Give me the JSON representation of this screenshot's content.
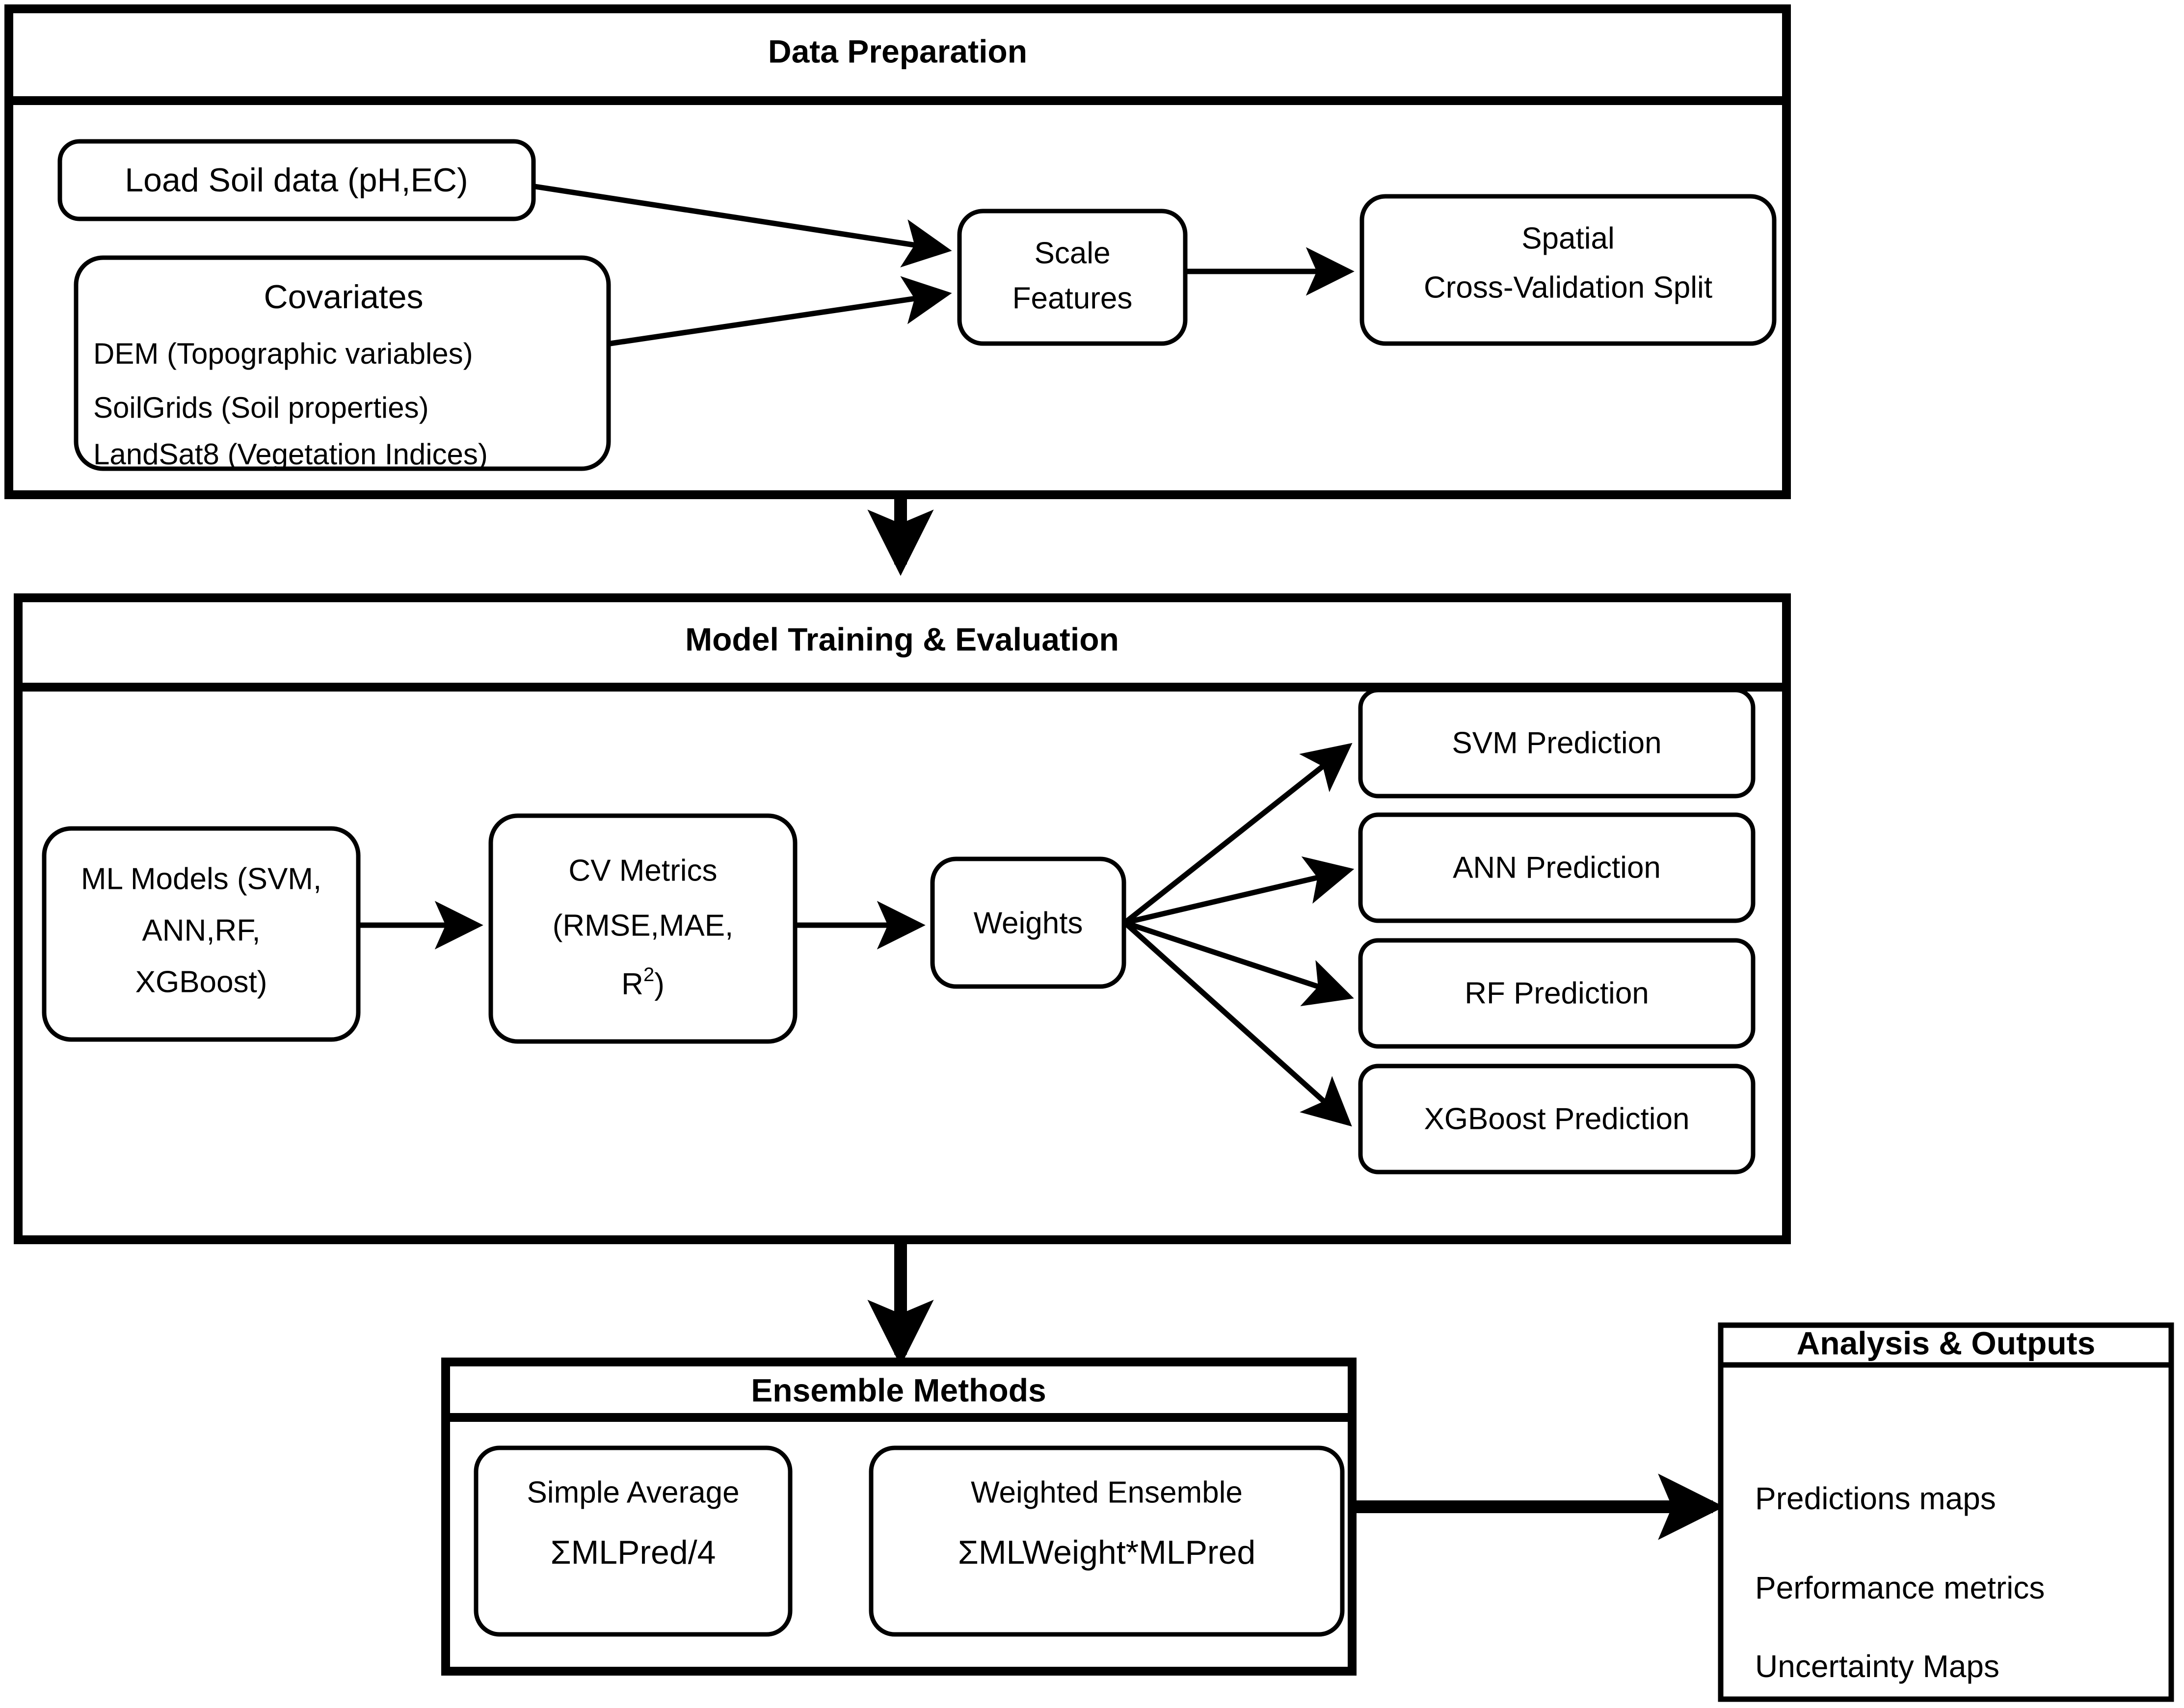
{
  "diagram": {
    "title": "Soil property mapping ensemble machine learning workflow",
    "sections": [
      {
        "id": "data-preparation",
        "header": "Data Preparation",
        "nodes": {
          "load_soil": "Load Soil data (pH,EC)",
          "covariates_title": "Covariates",
          "covariates_items": [
            "DEM (Topographic variables)",
            "SoilGrids (Soil properties)",
            "LandSat8 (Vegetation Indices)"
          ],
          "scale_features_line1": "Scale",
          "scale_features_line2": "Features",
          "cv_split_line1": "Spatial",
          "cv_split_line2": "Cross-Validation Split"
        }
      },
      {
        "id": "model-training",
        "header": "Model Training & Evaluation",
        "nodes": {
          "ml_models_line1": "ML Models (SVM,",
          "ml_models_line2": "ANN,RF,",
          "ml_models_line3": "XGBoost)",
          "cv_metrics_line1": "CV Metrics",
          "cv_metrics_line2": "(RMSE,MAE,",
          "cv_metrics_line3_base": "R",
          "cv_metrics_line3_sup": "2",
          "cv_metrics_line3_tail": ")",
          "weights": "Weights",
          "predictions": [
            "SVM Prediction",
            "ANN Prediction",
            "RF Prediction",
            "XGBoost Prediction"
          ]
        }
      },
      {
        "id": "ensemble-methods",
        "header": "Ensemble Methods",
        "nodes": {
          "simple_average_title": "Simple Average",
          "simple_average_formula": "ΣMLPred/4",
          "weighted_ensemble_title": "Weighted Ensemble",
          "weighted_ensemble_formula": "ΣMLWeight*MLPred"
        }
      },
      {
        "id": "analysis-outputs",
        "header": "Analysis & Outputs",
        "nodes": {
          "items": [
            "Predictions maps",
            "Performance metrics",
            "Uncertainty Maps"
          ]
        }
      }
    ],
    "colors": {
      "stroke": "#000000",
      "fill": "#ffffff",
      "background": "#ffffff"
    }
  }
}
